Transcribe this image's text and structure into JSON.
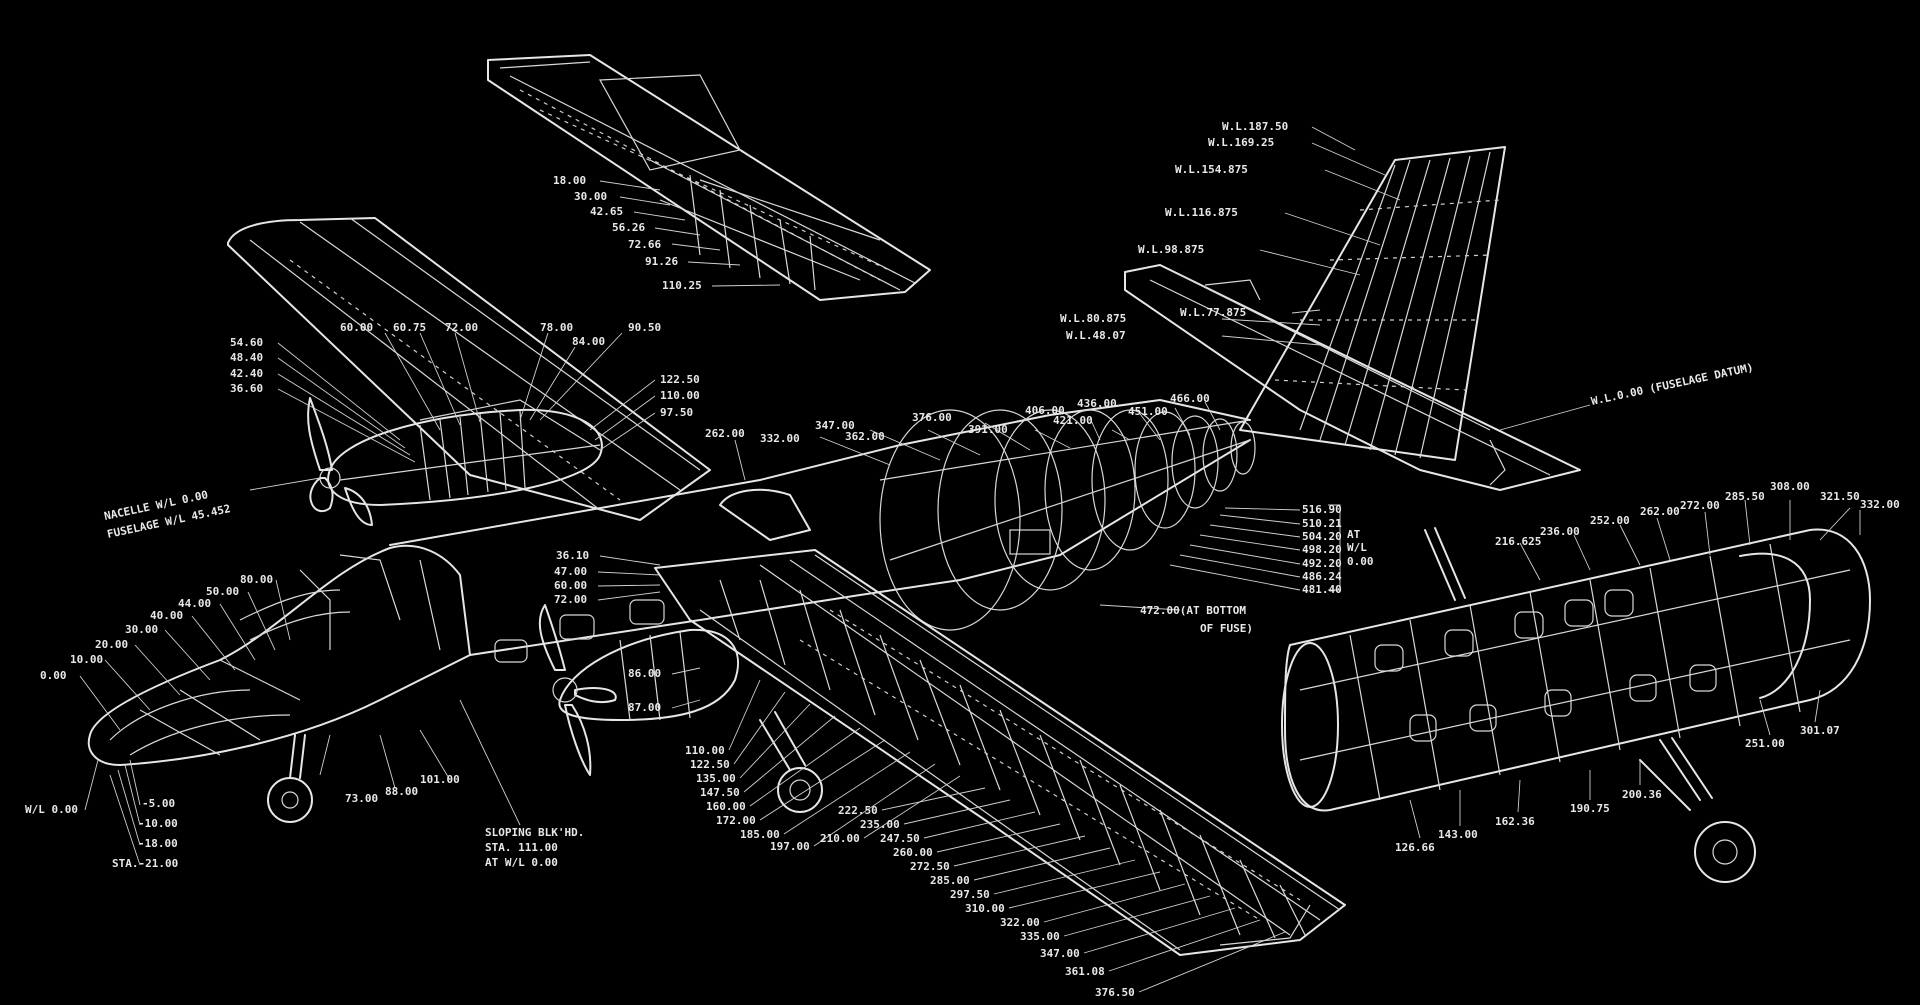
{
  "colors": {
    "background": "#000000",
    "lines": "#e6e6e6"
  },
  "upper_flap": {
    "stations": [
      "18.00",
      "30.00",
      "42.65",
      "56.26",
      "72.66",
      "91.26",
      "110.25"
    ]
  },
  "fin": {
    "waterlines": [
      "W.L.187.50",
      "W.L.169.25",
      "W.L.154.875",
      "W.L.116.875",
      "W.L.98.875",
      "W.L.77.875",
      "W.L.80.875",
      "W.L.48.07"
    ],
    "datum": "W.L.0.00 (FUSELAGE DATUM)"
  },
  "left_wing": {
    "tip_stations": [
      "60.00",
      "60.75",
      "72.00",
      "78.00",
      "84.00",
      "90.50"
    ],
    "left_stations": [
      "54.60",
      "48.40",
      "42.40",
      "36.60"
    ],
    "inner_stations": [
      "122.50",
      "110.00",
      "97.50"
    ]
  },
  "nacelle": {
    "line1": "NACELLE W/L 0.00",
    "line2": "FUSELAGE W/L 45.452"
  },
  "fuselage": {
    "top_stations": [
      "262.00",
      "332.00",
      "347.00",
      "362.00",
      "376.00",
      "391.00",
      "406.00",
      "421.00",
      "436.00",
      "451.00",
      "466.00"
    ],
    "aft_stations": [
      "516.90",
      "510.21",
      "504.20",
      "498.20",
      "492.20",
      "486.24",
      "481.40"
    ],
    "at_wl": [
      "AT",
      "W/L",
      "0.00"
    ],
    "aft_note": [
      "472.00(AT BOTTOM",
      "OF FUSE)"
    ]
  },
  "nose": {
    "stations": [
      "80.00",
      "50.00",
      "44.00",
      "40.00",
      "30.00",
      "20.00",
      "10.00",
      "0.00"
    ],
    "lower_stations": [
      "73.00",
      "88.00",
      "101.00"
    ],
    "waterlines": [
      "W/L 0.00",
      "-5.00",
      "-10.00",
      "-18.00",
      "STA.-21.00"
    ],
    "bulkhead": [
      "SLOPING BLK'HD.",
      "STA. 111.00",
      "AT W/L 0.00"
    ]
  },
  "wing_root": {
    "stations": [
      "36.10",
      "47.00",
      "60.00",
      "72.00"
    ],
    "leading": [
      "86.00",
      "87.00"
    ]
  },
  "right_wing": {
    "stations": [
      "110.00",
      "122.50",
      "135.00",
      "147.50",
      "160.00",
      "172.00",
      "185.00",
      "197.00",
      "210.00",
      "222.50",
      "235.00",
      "247.50",
      "260.00",
      "272.50",
      "285.00",
      "297.50",
      "310.00",
      "322.00",
      "335.00",
      "347.00",
      "361.08",
      "376.50"
    ]
  },
  "cabin": {
    "top_stations": [
      "216.625",
      "236.00",
      "252.00",
      "262.00",
      "272.00",
      "285.50",
      "308.00",
      "321.50",
      "332.00"
    ],
    "bottom_stations": [
      "126.66",
      "143.00",
      "162.36",
      "190.75",
      "200.36",
      "251.00",
      "301.07"
    ]
  }
}
